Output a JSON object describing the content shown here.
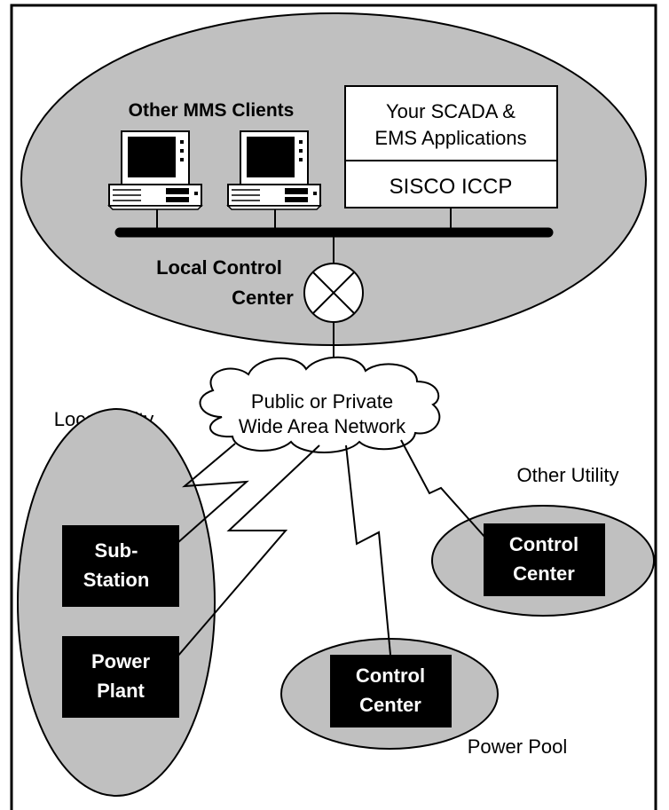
{
  "colors": {
    "ellipse_fill": "#c0c0c0",
    "stroke": "#000000",
    "box_fill": "#000000",
    "box_text": "#ffffff",
    "text": "#000000"
  },
  "local_control_center": {
    "other_clients_label": "Other MMS Clients",
    "scada_line1": "Your SCADA &",
    "scada_line2": "EMS Applications",
    "iccp_label": "SISCO ICCP",
    "center_line1": "Local Control",
    "center_line2": "Center",
    "router_icon": "router-x-icon",
    "computer_icon": "desktop-computer-icon"
  },
  "wan": {
    "line1": "Public or Private",
    "line2": "Wide Area Network"
  },
  "local_utility": {
    "label": "Local Utility",
    "substation_line1": "Sub-",
    "substation_line2": "Station",
    "powerplant_line1": "Power",
    "powerplant_line2": "Plant"
  },
  "other_utility": {
    "label": "Other Utility",
    "cc_line1": "Control",
    "cc_line2": "Center"
  },
  "power_pool": {
    "label": "Power Pool",
    "cc_line1": "Control",
    "cc_line2": "Center"
  }
}
